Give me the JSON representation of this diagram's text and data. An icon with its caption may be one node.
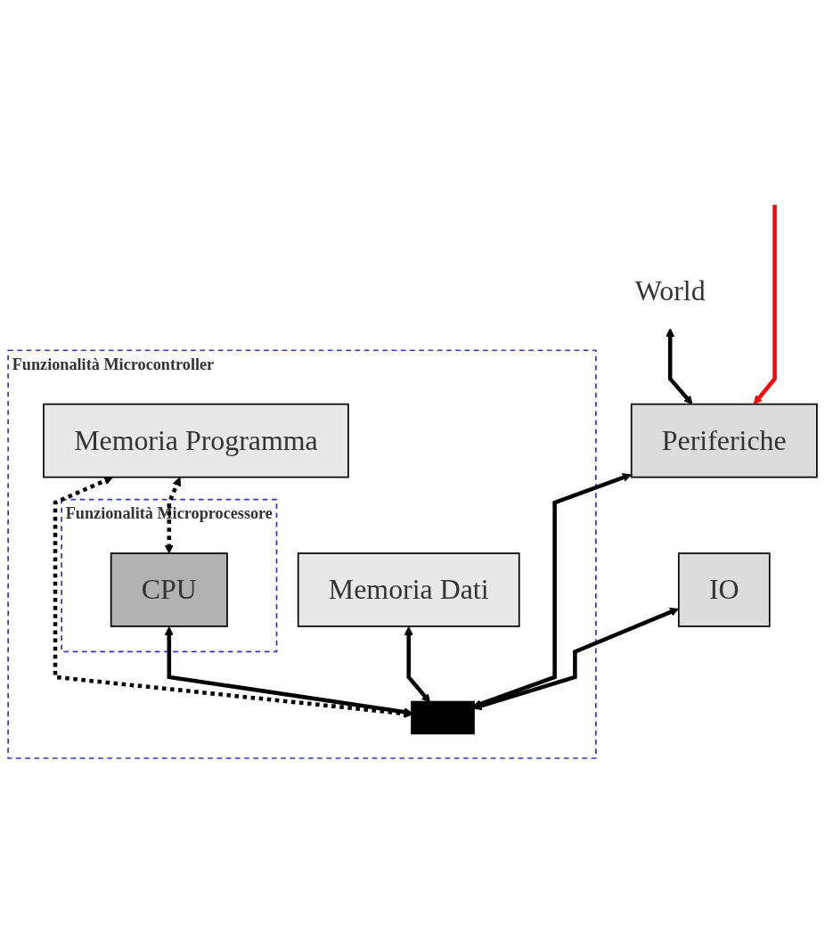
{
  "diagram": {
    "nodes": [
      {
        "text": [
          "World"
        ]
      },
      {
        "text": [
          "Funzionalità Microcontroller"
        ]
      },
      {
        "text": [
          "Periferiche"
        ]
      },
      {
        "text": [
          "Memoria Programma"
        ],
        "in": 1
      },
      {
        "text": [
          "Funzionalità Microprocessore"
        ],
        "in": 1
      },
      {
        "text": [
          "CPU"
        ],
        "in": 4
      },
      {
        "text": [
          "Memoria Dati"
        ],
        "in": 1
      },
      {
        "text": [
          "IO"
        ]
      },
      {
        "text": [],
        "shape": "bar",
        "in": 1
      }
    ],
    "edges": [
      {
        "from": 0,
        "to": 2,
        "arrow": "both"
      },
      {
        "from": null,
        "to": 2,
        "arrow": "to",
        "color": "#ff0000"
      },
      {
        "from": 3,
        "to": 5,
        "arrow": "both",
        "style": "dashed"
      },
      {
        "from": 3,
        "to": 8,
        "arrow": "both",
        "style": "dashed"
      },
      {
        "from": 5,
        "to": 8,
        "arrow": "both"
      },
      {
        "from": 6,
        "to": 8,
        "arrow": "both"
      },
      {
        "from": 2,
        "to": 8,
        "arrow": "both"
      },
      {
        "from": 7,
        "to": 8,
        "arrow": "both"
      }
    ]
  }
}
